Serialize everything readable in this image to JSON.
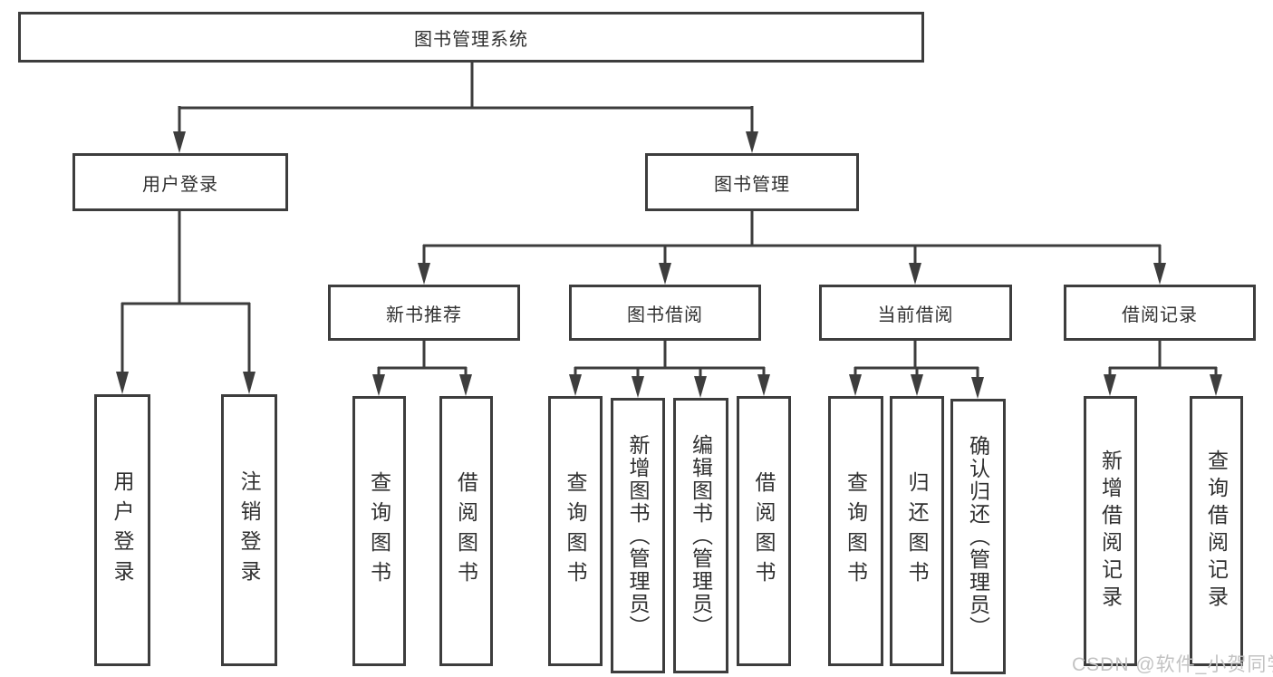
{
  "title": "图书管理系统",
  "tree": {
    "root": "图书管理系统",
    "branches": [
      {
        "label": "用户登录",
        "children": [
          "用户登录",
          "注销登录"
        ]
      },
      {
        "label": "图书管理",
        "children": [
          {
            "label": "新书推荐",
            "children": [
              "查询图书",
              "借阅图书"
            ]
          },
          {
            "label": "图书借阅",
            "children": [
              "查询图书",
              "新增图书（管理员）",
              "编辑图书（管理员）",
              "借阅图书"
            ]
          },
          {
            "label": "当前借阅",
            "children": [
              "查询图书",
              "归还图书",
              "确认归还（管理员）"
            ]
          },
          {
            "label": "借阅记录",
            "children": [
              "新增借阅记录",
              "查询借阅记录"
            ]
          }
        ]
      }
    ]
  },
  "watermark": "CSDN @软件_小贺同学",
  "colors": {
    "line": "#3d3d3d",
    "text": "#303030",
    "watermark": "#c3c3c3",
    "background": "#ffffff"
  }
}
